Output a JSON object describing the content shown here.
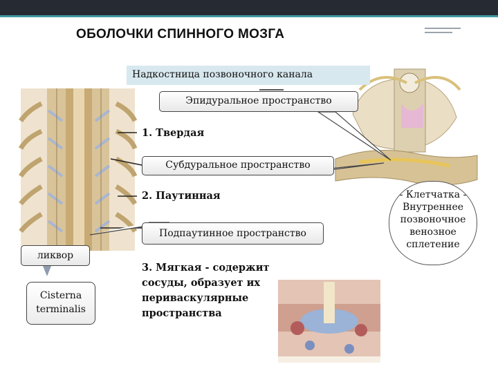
{
  "slide": {
    "title": "ОБОЛОЧКИ СПИННОГО МОЗГА"
  },
  "labels": {
    "periosteum": "Надкостница позвоночного канала",
    "epidural": "Эпидуральное пространство",
    "dura": "1. Твердая",
    "subdural": "Субдуральное пространство",
    "arachnoid": "2. Паутинная",
    "subarachnoid": "Подпаутинное пространство",
    "pia": "3. Мягкая - содержит сосуды, образует их периваскулярные пространства",
    "liquor": "ликвор",
    "cisterna": "Cisterna terminalis",
    "epidural_contents": "- Клетчатка - Внутреннее позвоночное венозное сплетение"
  },
  "colors": {
    "topbar": "#262b33",
    "accent": "#3e9aa3",
    "periosteum_fill": "#d8e8ef"
  }
}
